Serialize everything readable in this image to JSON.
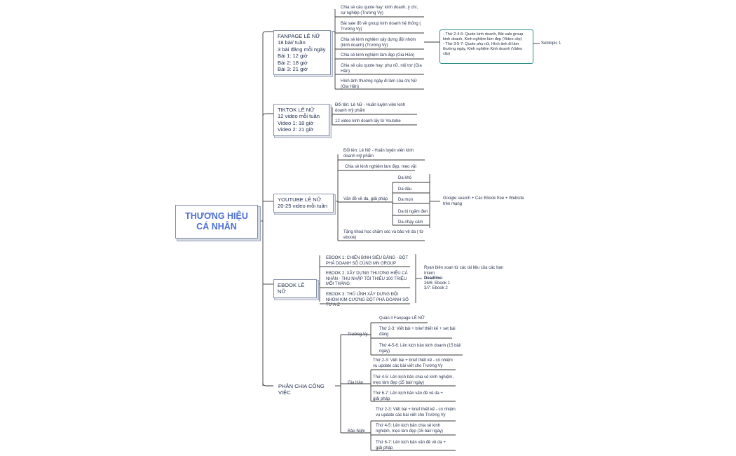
{
  "root": {
    "title": "THƯƠNG HIỆU CÁ NHÂN"
  },
  "fanpage": {
    "title": "FANPAGE LÊ NỮ\n18 bài/ tuần\n3 bài đăng mỗi ngày\nBài 1: 12 giờ\nBài 2: 18 giờ\nBài 3: 21 giờ",
    "items": [
      "Chia sẻ câu quote hay: kinh doanh, ý chí, sự nghiệp (Trường Vy)",
      "Bài sale đồ về group kinh doanh hệ thống ( Trường Vy)",
      "Chia sẻ kinh nghiệm xây dựng đội nhóm (kinh doanh) (Trường Vy)",
      "Chia sẻ kinh nghiệm làm đẹp (Gia Hân)",
      "Chia sẻ câu quote hay: phụ nữ, nội trợ (Gia Hân)",
      "Hình ảnh thường ngày đi làm của chị Nữ (Gia Hân)"
    ],
    "note": "- Thứ 2-4-6: Quote kinh doanh, Bài sale group kinh doanh, Kinh nghiệm làm đẹp (Video clip)\n- Thứ 3-5-7: Quote phụ nữ, Hình ảnh đi làm thường ngày, Kinh nghiệm Kinh doanh (Video clip)",
    "subtopic": "Subtopic 1"
  },
  "tiktok": {
    "title": "TIKTOK LÊ NỮ\n12 video mỗi tuần\nVideo 1: 18 giờ\nVideo 2: 21 giờ",
    "items": [
      "Đổi tên: Lê Nữ - Huấn luyện viên kinh doanh mỹ phẩm",
      "12 video kinh doanh lấy từ Youtube"
    ]
  },
  "youtube": {
    "title": "YOUTUBE LÊ NỮ\n20-25 video mỗi tuần",
    "items": [
      "Đổi tên: Lê Nữ - Huấn luyện viên kinh doanh mỹ phẩm",
      "Chia sẻ kinh nghiệm làm đẹp, mẹo vặt",
      "Vấn đề về da, giải pháp",
      "Tặng khoá học chăm sóc và bảo vệ da ( từ ebook)"
    ],
    "skin_types": [
      "Da khô",
      "Da dầu",
      "Da mụn",
      "Da bị ngăm đen",
      "Da nhạy cảm"
    ],
    "skin_note": "Google search + Các Ebook free + Website trên mạng"
  },
  "ebook": {
    "title": "EBOOK LÊ NỮ",
    "items": [
      "EBOOK 1: CHIẾN BINH SIÊU ĐẲNG - ĐỘT PHÁ DOANH SỐ CÙNG MN GROUP",
      "EBOOK 2: XÂY DỰNG THƯƠNG HIỆU CÁ NHÂN - THU NHẬP TỐI THIỂU 100 TRIỆU MỖI THÁNG",
      "EBOOK 3: THỦ LĨNH XÂY DỰNG ĐỘI NHÓM KIM CƯƠNG ĐỘT PHÁ DOANH SỐ TỪ A-Z"
    ],
    "note_lines": [
      "Ryan biên soạn từ các tài liệu của các bạn Intern",
      "Deadline:",
      "26/6: Ebook 1",
      "3/7: Ebook 2"
    ]
  },
  "division": {
    "title": "PHÂN CHIA CÔNG VIỆC",
    "people": [
      {
        "name": "Trường Vy",
        "tasks": [
          "Quản lí Fanpage LÊ NỮ",
          "Thứ 2-3: Viết bài + brief thiết kế + set bài đăng",
          "Thứ 4-5-6: Lên kịch bản kinh doanh (15 bài/ ngày)"
        ]
      },
      {
        "name": "Gia Hân",
        "tasks": [
          "Thứ 2-3: Viết bài + brief thiết kế - có nhiệm vụ update các bài viết cho Trường Vy",
          "Thứ 4-5: Lên kịch bản chia sẻ kinh nghiệm, mẹo làm đẹp (15 bài/ ngày)",
          "Thứ 6-7: Lên kịch bản vấn đề về da + giải pháp"
        ]
      },
      {
        "name": "Bảo Nghi",
        "tasks": [
          "Thứ 2-3: Viết bài + brief thiết kế - có nhiệm vụ update các bài viết cho Trường Vy",
          "Thứ 4-5: Lên kịch bản chia sẻ kinh nghiệm, mẹo làm đẹp (15 bài/ ngày)",
          "Thứ 6-7: Lên kịch bản vấn đề về da + giải pháp"
        ]
      }
    ]
  },
  "colors": {
    "line": "#3a3a3a",
    "accent": "#4c6fd1",
    "note_border": "#2a8f86"
  }
}
